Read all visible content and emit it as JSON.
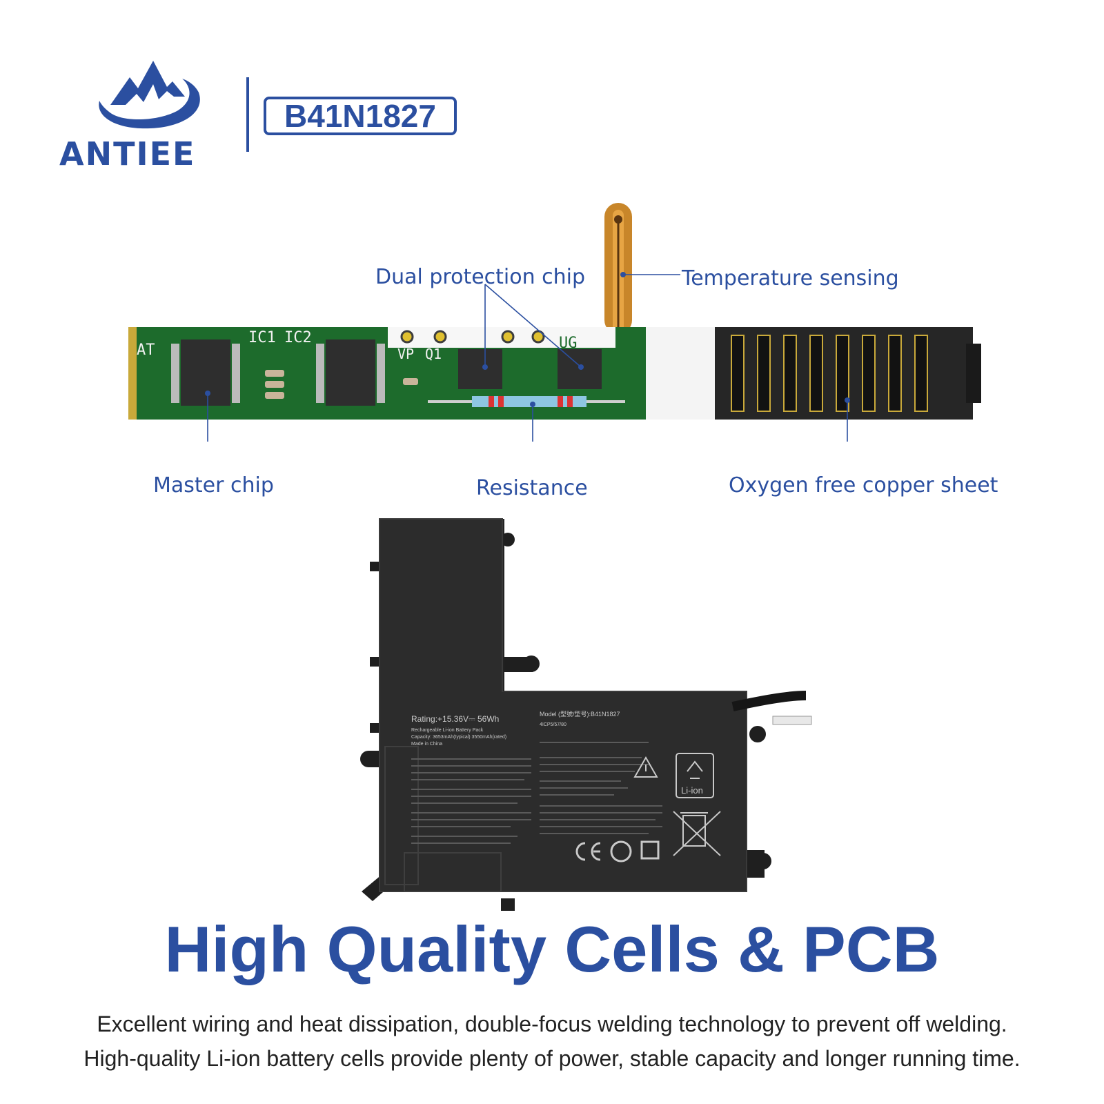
{
  "brand": {
    "name": "ANTIEE",
    "model": "B41N1827",
    "color": "#2b4fa0"
  },
  "callouts": {
    "dual_protection_chip": "Dual protection chip",
    "temperature_sensing": "Temperature sensing",
    "master_chip": "Master chip",
    "resistance": "Resistance",
    "oxygen_free_copper_sheet": "Oxygen free copper sheet"
  },
  "pcb_labels": {
    "at": "AT",
    "ic1": "IC1",
    "ic2": "IC2",
    "vp": "VP",
    "q1": "Q1",
    "ug": "UG"
  },
  "battery_label": {
    "rating": "Rating:+15.36V⎓ 56Wh",
    "type": "Rechargeable Li-ion Battery Pack",
    "capacity": "Capacity: 3653mAh(typical) 3550mAh(rated)",
    "origin": "Made in China",
    "model": "Model (型號/型号):B41N1827",
    "cells": "4ICP5/57/80",
    "li_ion": "Li-ion"
  },
  "headline": "High Quality Cells & PCB",
  "description": [
    "Excellent wiring and heat dissipation, double-focus welding technology to prevent off welding.",
    "High-quality Li-ion battery cells provide plenty of power, stable capacity and longer running time."
  ]
}
